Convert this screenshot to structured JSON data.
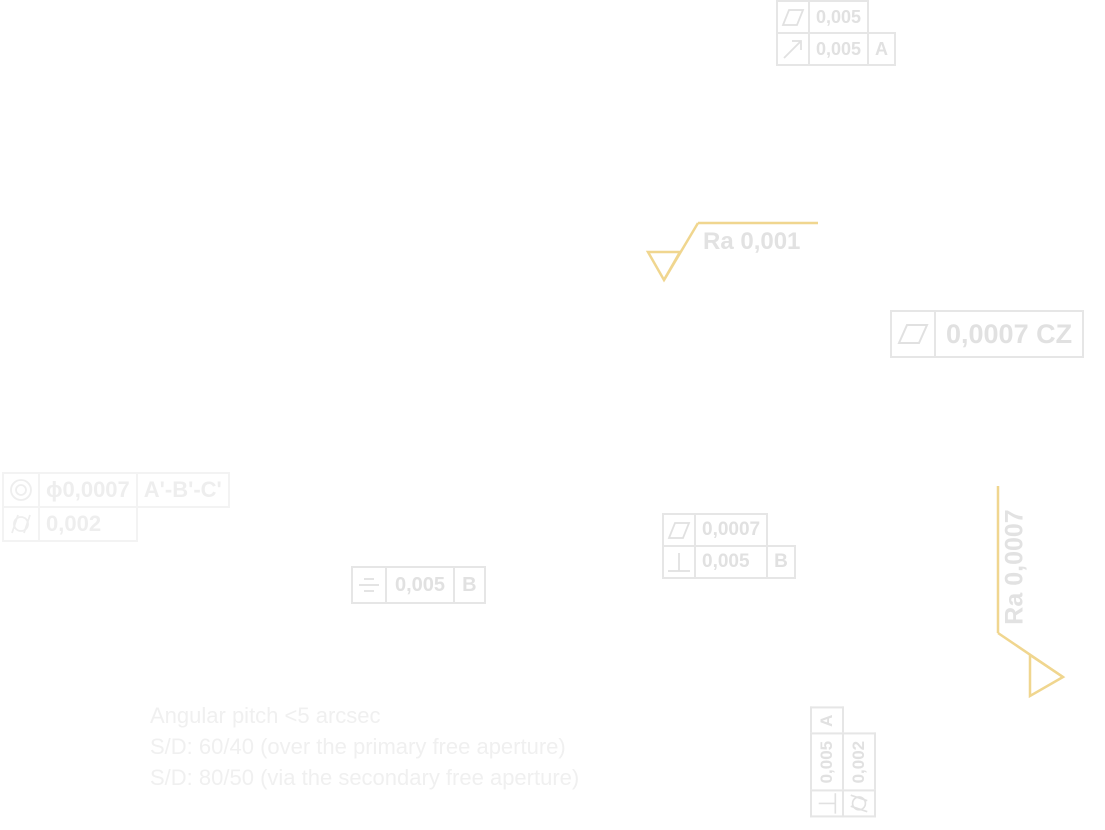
{
  "frames": {
    "top_right": {
      "rows": [
        {
          "symbol": "flatness-icon",
          "tolerance": "0,005",
          "datum": ""
        },
        {
          "symbol": "circular-runout-icon",
          "tolerance": "0,005",
          "datum": "A"
        }
      ]
    },
    "right_flatness": {
      "symbol": "flatness-icon",
      "tolerance": "0,0007 CZ"
    },
    "left_faint": {
      "rows": [
        {
          "symbol": "concentricity-icon",
          "tolerance": "ϕ0,0007",
          "datum": "A'-B'-C'"
        },
        {
          "symbol": "cylindricity-icon",
          "tolerance": "0,002",
          "datum": ""
        }
      ]
    },
    "symmetry": {
      "symbol": "symmetry-icon",
      "tolerance": "0,005",
      "datum": "B"
    },
    "center": {
      "rows": [
        {
          "symbol": "flatness-icon",
          "tolerance": "0,0007",
          "datum": ""
        },
        {
          "symbol": "perpendicularity-icon",
          "tolerance": "0,005",
          "datum": "B"
        }
      ]
    },
    "bottom_vertical": {
      "rows": [
        {
          "symbol": "perpendicularity-icon",
          "tolerance": "0,005",
          "datum": "A"
        },
        {
          "symbol": "cylindricity-icon",
          "tolerance": "0,002",
          "datum": ""
        }
      ]
    }
  },
  "surface_finish": {
    "top": {
      "label": "Ra 0,001",
      "color": "#f0d68f"
    },
    "right": {
      "label": "Ra 0,0007",
      "color": "#f0d68f"
    }
  },
  "notes": [
    "Angular pitch <5 arcsec",
    "S/D: 60/40 (over the primary free aperture)",
    "S/D: 80/50 (via the secondary free aperture)"
  ]
}
